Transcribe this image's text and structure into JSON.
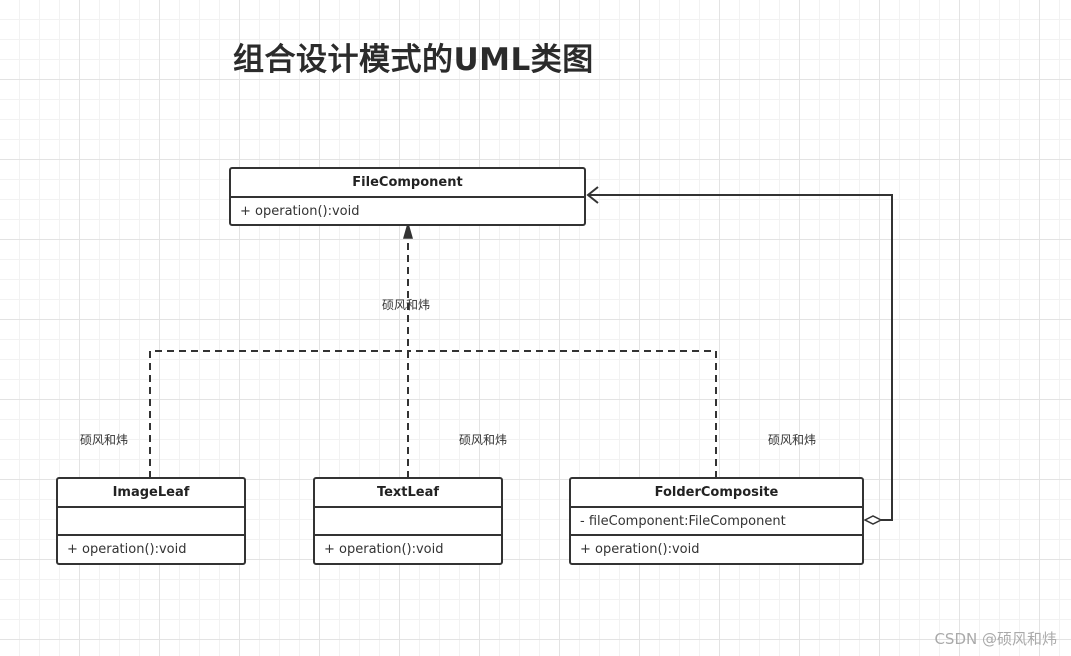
{
  "title": "组合设计模式的UML类图",
  "classes": {
    "file_component": {
      "name": "FileComponent",
      "methods": [
        "+ operation():void"
      ]
    },
    "image_leaf": {
      "name": "ImageLeaf",
      "attributes": [],
      "methods": [
        "+ operation():void"
      ]
    },
    "text_leaf": {
      "name": "TextLeaf",
      "attributes": [],
      "methods": [
        "+ operation():void"
      ]
    },
    "folder_composite": {
      "name": "FolderComposite",
      "attributes": [
        "- fileComponent:FileComponent"
      ],
      "methods": [
        "+ operation():void"
      ]
    }
  },
  "edge_labels": {
    "center": "硕风和炜",
    "image_leaf": "硕风和炜",
    "text_leaf": "硕风和炜",
    "folder_composite": "硕风和炜"
  },
  "relationships": [
    {
      "from": "ImageLeaf",
      "to": "FileComponent",
      "type": "realization"
    },
    {
      "from": "TextLeaf",
      "to": "FileComponent",
      "type": "realization"
    },
    {
      "from": "FolderComposite",
      "to": "FileComponent",
      "type": "realization"
    },
    {
      "from": "FolderComposite",
      "to": "FileComponent",
      "type": "aggregation"
    }
  ],
  "watermark": "CSDN @硕风和炜"
}
